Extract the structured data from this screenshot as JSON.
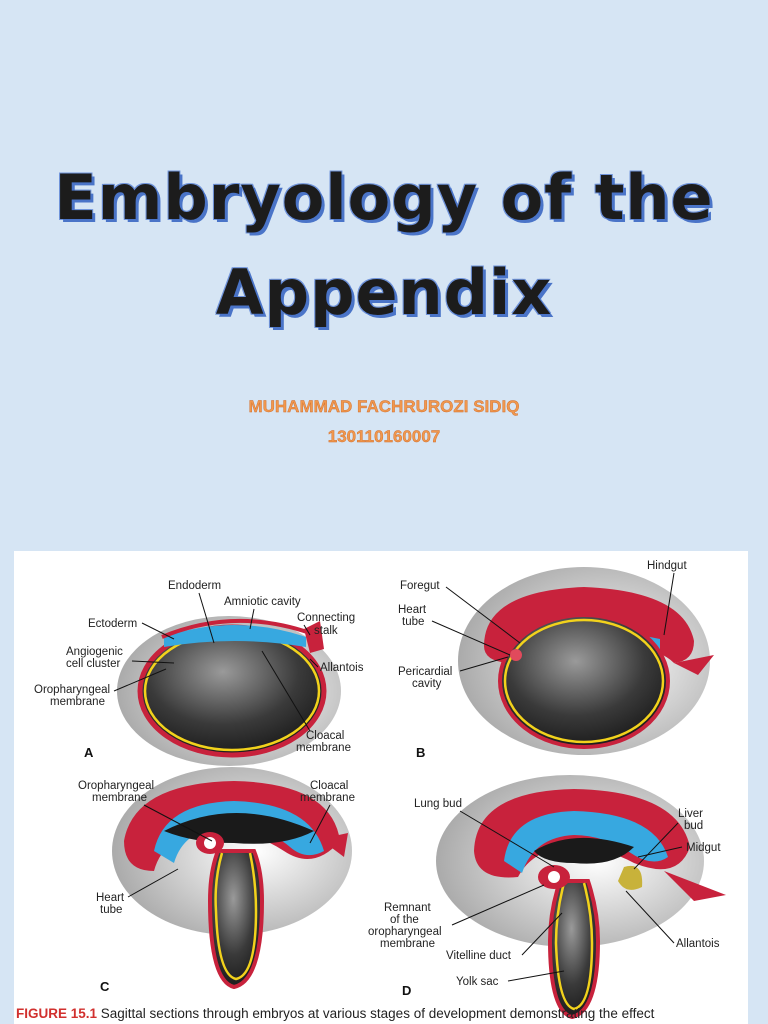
{
  "title": {
    "line1": "Embryology of the",
    "line2": "Appendix"
  },
  "author": {
    "name": "MUHAMMAD FACHRUROZI SIDIQ",
    "id": "130110160007"
  },
  "figure": {
    "panels": [
      "A",
      "B",
      "C",
      "D"
    ],
    "labels": {
      "a_endoderm": "Endoderm",
      "a_amniotic": "Amniotic cavity",
      "a_ectoderm": "Ectoderm",
      "a_connecting1": "Connecting",
      "a_connecting2": "stalk",
      "a_angio1": "Angiogenic",
      "a_angio2": "cell cluster",
      "a_allantois": "Allantois",
      "a_oro1": "Oropharyngeal",
      "a_oro2": "membrane",
      "a_cloacal1": "Cloacal",
      "a_cloacal2": "membrane",
      "b_hindgut": "Hindgut",
      "b_foregut": "Foregut",
      "b_heart1": "Heart",
      "b_heart2": "tube",
      "b_peri1": "Pericardial",
      "b_peri2": "cavity",
      "c_oro1": "Oropharyngeal",
      "c_oro2": "membrane",
      "c_cloacal1": "Cloacal",
      "c_cloacal2": "membrane",
      "c_heart1": "Heart",
      "c_heart2": "tube",
      "d_lung": "Lung bud",
      "d_liver1": "Liver",
      "d_liver2": "bud",
      "d_midgut": "Midgut",
      "d_remnant1": "Remnant",
      "d_remnant2": "of the",
      "d_remnant3": "oropharyngeal",
      "d_remnant4": "membrane",
      "d_allantois": "Allantois",
      "d_vitelline": "Vitelline duct",
      "d_yolk": "Yolk sac"
    },
    "caption_label": "FIGURE 15.1",
    "caption_text": " Sagittal sections through embryos at various stages of development demonstrating the effect"
  }
}
